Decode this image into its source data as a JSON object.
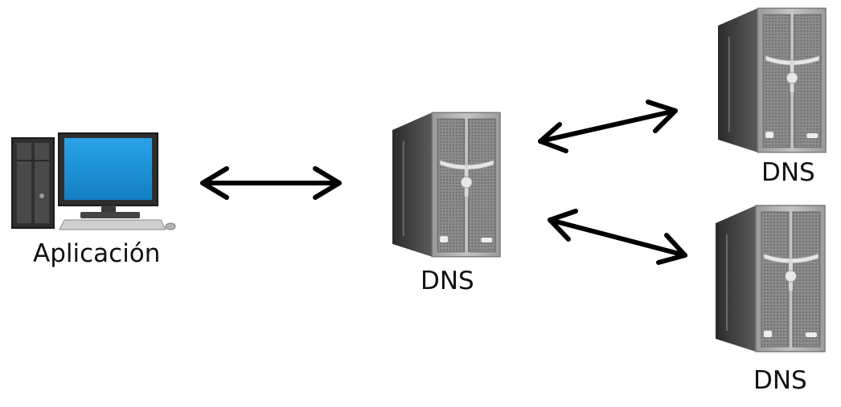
{
  "nodes": {
    "client": {
      "label": "Aplicación",
      "icon": "desktop-computer-icon"
    },
    "resolver": {
      "label": "DNS",
      "icon": "server-tower-icon"
    },
    "dns_top": {
      "label": "DNS",
      "icon": "server-tower-icon"
    },
    "dns_bottom": {
      "label": "DNS",
      "icon": "server-tower-icon"
    }
  },
  "colors": {
    "screen": "#1a8fd6",
    "case_dark": "#3c3c3c",
    "server_grey": "#8a8a8a",
    "arrow": "#000000"
  }
}
